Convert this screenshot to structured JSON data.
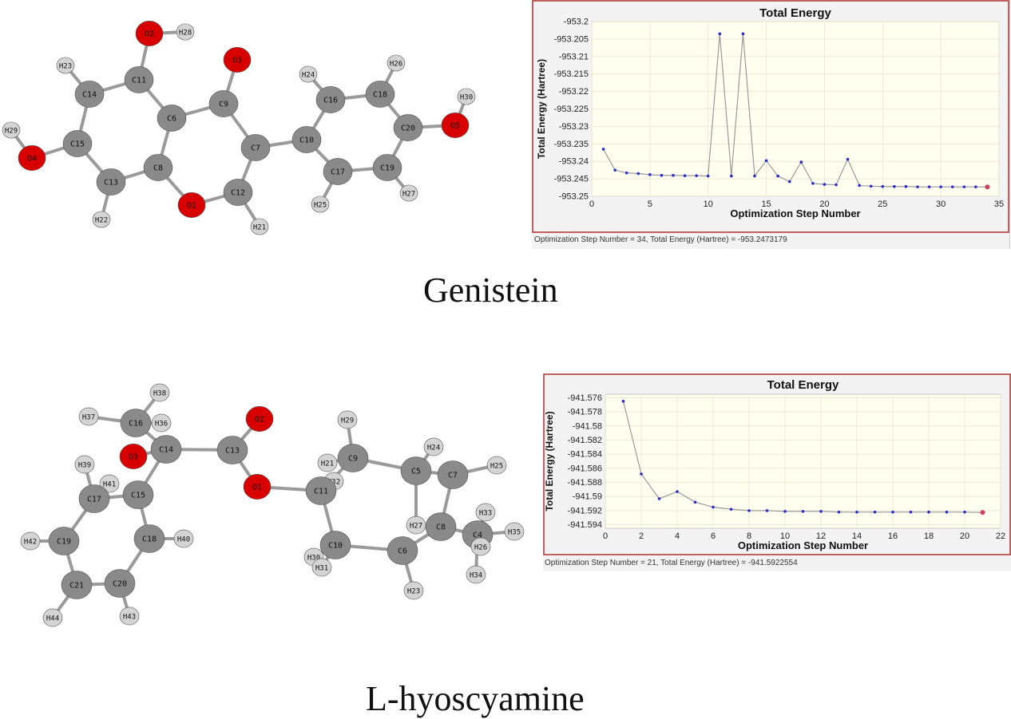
{
  "captions": {
    "mol1": "Genistein",
    "mol2": "L-hyoscyamine"
  },
  "colors": {
    "carbon": "#8a8a8a",
    "oxygen": "#d80000",
    "hydrogen": "#d4d4d4",
    "nitrogen": "#1e2ee0",
    "line": "#9a9a9a",
    "marker": "#2b2bd6",
    "last_marker": "#d04060",
    "plot_bg": "#fffff0",
    "frame_red": "#b03030"
  },
  "molecule1": {
    "atoms": [
      "O2",
      "H28",
      "O3",
      "H23",
      "C11",
      "C14",
      "C6",
      "C9",
      "H24",
      "C16",
      "C18",
      "H26",
      "H30",
      "H29",
      "C15",
      "C7",
      "C10",
      "C20",
      "O5",
      "O4",
      "C8",
      "C13",
      "C12",
      "O1",
      "C17",
      "C19",
      "H22",
      "H21",
      "H25",
      "H27"
    ]
  },
  "molecule2": {
    "atoms": [
      "H38",
      "H37",
      "C16",
      "H36",
      "O3",
      "C14",
      "O2",
      "C13",
      "H39",
      "H41",
      "C17",
      "C15",
      "O1",
      "H29",
      "H24",
      "H25",
      "C9",
      "C5",
      "C7",
      "H21",
      "H32",
      "C11",
      "H33",
      "H35",
      "H27",
      "C8",
      "C4",
      "H26",
      "H34",
      "H42",
      "C19",
      "C18",
      "H40",
      "C10",
      "H30",
      "H31",
      "C6",
      "C20",
      "C21",
      "H23",
      "H44",
      "H43"
    ]
  },
  "status": {
    "chart1": "Optimization Step Number = 34, Total Energy (Hartree) = -953.2473179",
    "chart2": "Optimization Step Number = 21, Total Energy (Hartree) = -941.5922554"
  },
  "chart_data": [
    {
      "type": "line",
      "title": "Total Energy",
      "xlabel": "Optimization Step Number",
      "ylabel": "Total Energy (Hartree)",
      "xlim": [
        0,
        35
      ],
      "ylim": [
        -953.25,
        -953.2
      ],
      "xticks": [
        0,
        5,
        10,
        15,
        20,
        25,
        30,
        35
      ],
      "yticks": [
        -953.2,
        -953.205,
        -953.21,
        -953.215,
        -953.22,
        -953.225,
        -953.23,
        -953.235,
        -953.24,
        -953.245,
        -953.25
      ],
      "ytick_labels": [
        "-953.2",
        "-953.205",
        "-953.21",
        "-953.215",
        "-953.22",
        "-953.225",
        "-953.23",
        "-953.235",
        "-953.24",
        "-953.245",
        "-953.25"
      ],
      "grid": true,
      "x": [
        1,
        2,
        3,
        4,
        5,
        6,
        7,
        8,
        9,
        10,
        11,
        12,
        13,
        14,
        15,
        16,
        17,
        18,
        19,
        20,
        21,
        22,
        23,
        24,
        25,
        26,
        27,
        28,
        29,
        30,
        31,
        32,
        33,
        34
      ],
      "y": [
        -953.2365,
        -953.2425,
        -953.2433,
        -953.2435,
        -953.2438,
        -953.244,
        -953.244,
        -953.2441,
        -953.2441,
        -953.2442,
        -953.2035,
        -953.2442,
        -953.2035,
        -953.2442,
        -953.2398,
        -953.2442,
        -953.2458,
        -953.2402,
        -953.2463,
        -953.2466,
        -953.2467,
        -953.2394,
        -953.2469,
        -953.2471,
        -953.2472,
        -953.2472,
        -953.2472,
        -953.2473,
        -953.2473,
        -953.2473,
        -953.2473,
        -953.2473,
        -953.2473,
        -953.2473179
      ]
    },
    {
      "type": "line",
      "title": "Total Energy",
      "xlabel": "Optimization Step Number",
      "ylabel": "Total Energy (Hartree)",
      "xlim": [
        0,
        22
      ],
      "ylim": [
        -941.5945,
        -941.5755
      ],
      "xticks": [
        0,
        2,
        4,
        6,
        8,
        10,
        12,
        14,
        16,
        18,
        20,
        22
      ],
      "yticks": [
        -941.576,
        -941.578,
        -941.58,
        -941.582,
        -941.584,
        -941.586,
        -941.588,
        -941.59,
        -941.592,
        -941.594
      ],
      "ytick_labels": [
        "-941.576",
        "-941.578",
        "-941.58",
        "-941.582",
        "-941.584",
        "-941.586",
        "-941.588",
        "-941.59",
        "-941.592",
        "-941.594"
      ],
      "grid": true,
      "x": [
        1,
        2,
        3,
        4,
        5,
        6,
        7,
        8,
        9,
        10,
        11,
        12,
        13,
        14,
        15,
        16,
        17,
        18,
        19,
        20,
        21
      ],
      "y": [
        -941.5765,
        -941.5868,
        -941.5903,
        -941.5893,
        -941.5908,
        -941.5915,
        -941.5918,
        -941.592,
        -941.592,
        -941.5921,
        -941.5921,
        -941.5921,
        -941.5922,
        -941.5922,
        -941.5922,
        -941.5922,
        -941.5922,
        -941.5922,
        -941.5922,
        -941.5922,
        -941.5922554
      ]
    }
  ]
}
